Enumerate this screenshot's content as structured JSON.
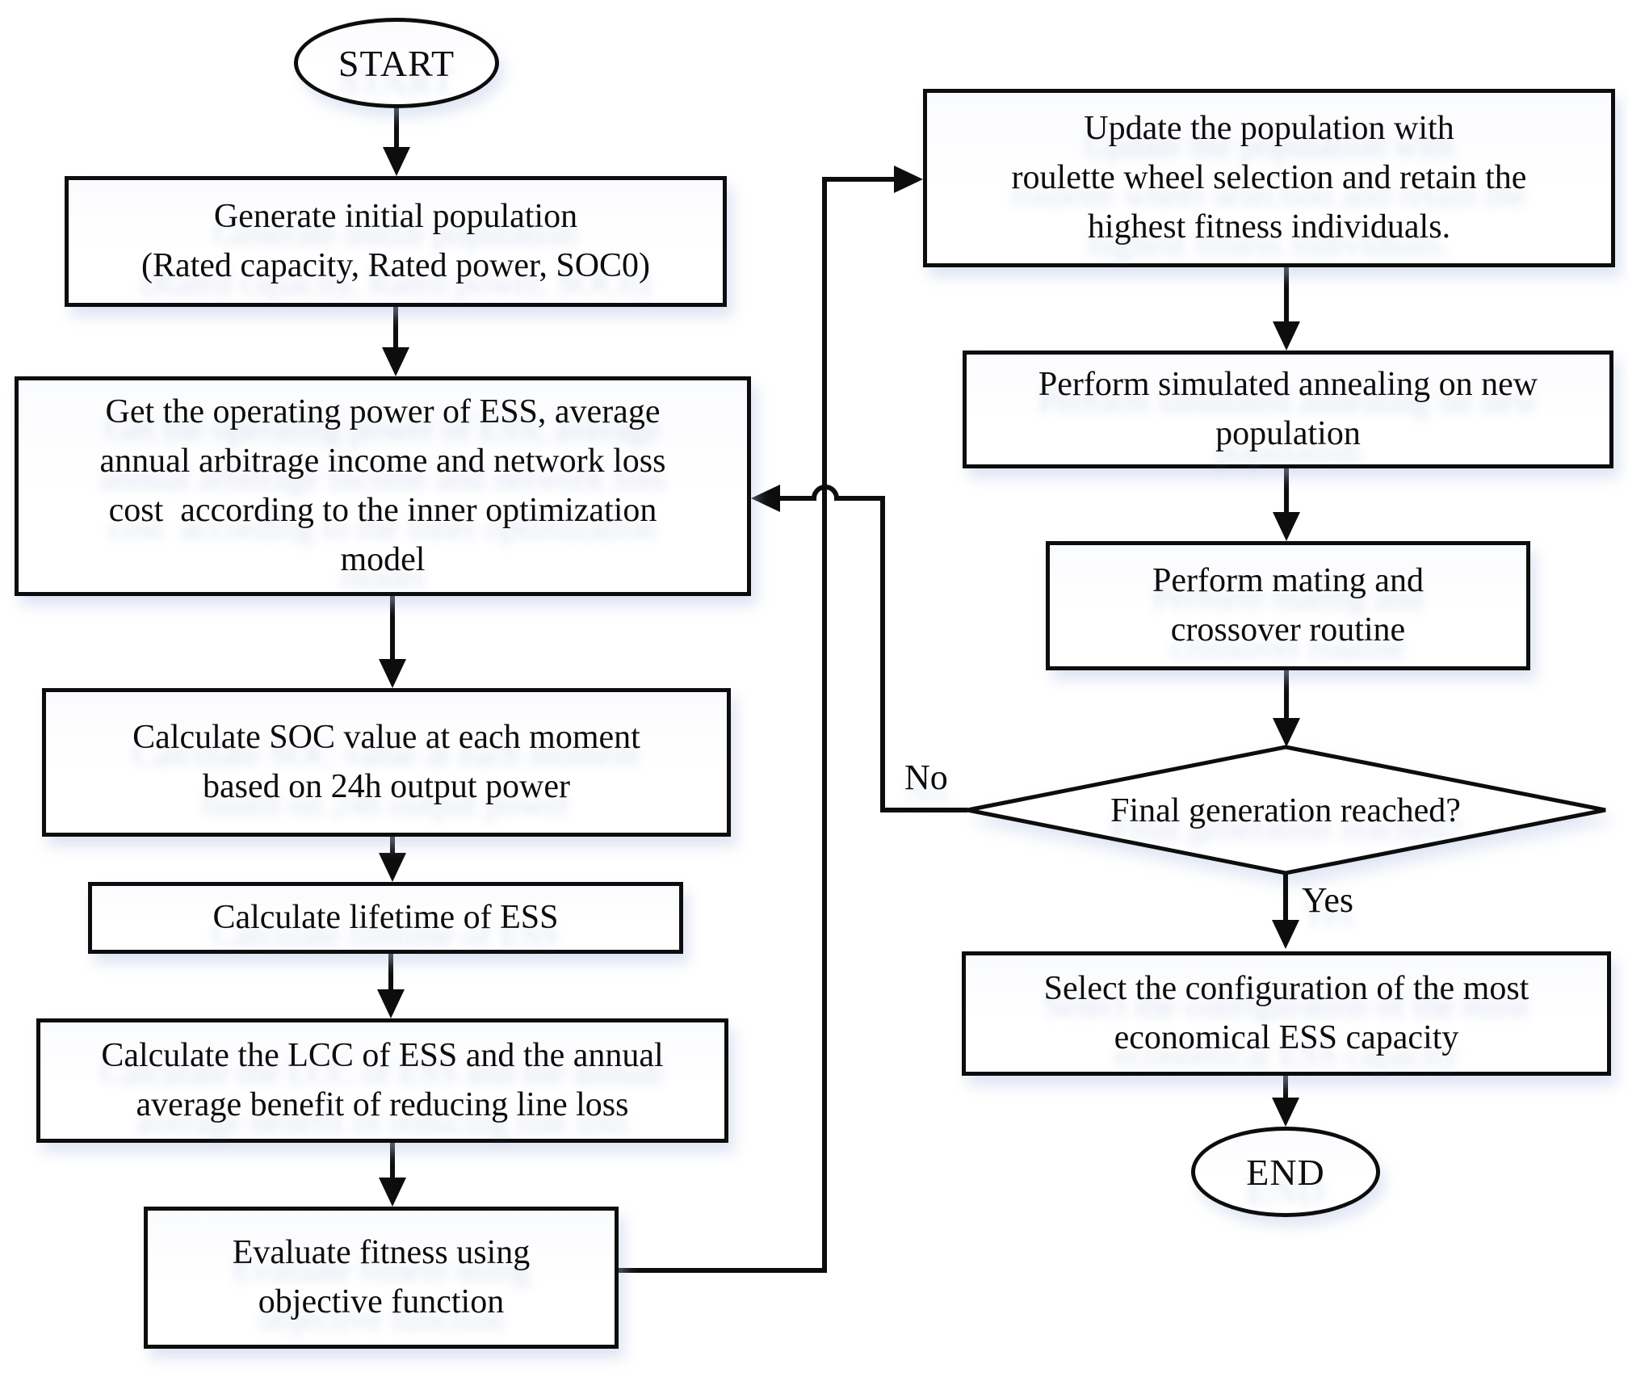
{
  "colors": {
    "stroke": "#0d0d0d",
    "background": "#ffffff",
    "shadow_tint": "#b7c6e4"
  },
  "flowchart": {
    "nodes": {
      "start": {
        "label": "START"
      },
      "generate_population": {
        "lines": [
          "Generate initial population",
          "(Rated capacity, Rated power, SOC0)"
        ]
      },
      "inner_optimization": {
        "lines": [
          "Get the operating power of ESS, average",
          "annual arbitrage income and network loss",
          "cost  according to the inner optimization",
          "model"
        ]
      },
      "calculate_soc": {
        "lines": [
          "Calculate SOC value at each moment",
          "based on 24h output power"
        ]
      },
      "calculate_lifetime": {
        "lines": [
          "Calculate lifetime of ESS"
        ]
      },
      "calculate_lcc": {
        "lines": [
          "Calculate the LCC of ESS and the annual",
          "average benefit of reducing line loss"
        ]
      },
      "evaluate_fitness": {
        "lines": [
          "Evaluate fitness using",
          "objective function"
        ]
      },
      "update_population": {
        "lines": [
          "Update the population with",
          "roulette wheel selection and retain the",
          "highest fitness individuals."
        ]
      },
      "simulated_annealing": {
        "lines": [
          "Perform simulated annealing on new",
          "population"
        ]
      },
      "mating_crossover": {
        "lines": [
          "Perform mating and",
          "crossover routine"
        ]
      },
      "final_generation": {
        "label": "Final generation reached?"
      },
      "select_configuration": {
        "lines": [
          "Select the configuration of the most",
          "economical ESS capacity"
        ]
      },
      "end": {
        "label": "END"
      }
    },
    "edge_labels": {
      "no": "No",
      "yes": "Yes"
    }
  }
}
